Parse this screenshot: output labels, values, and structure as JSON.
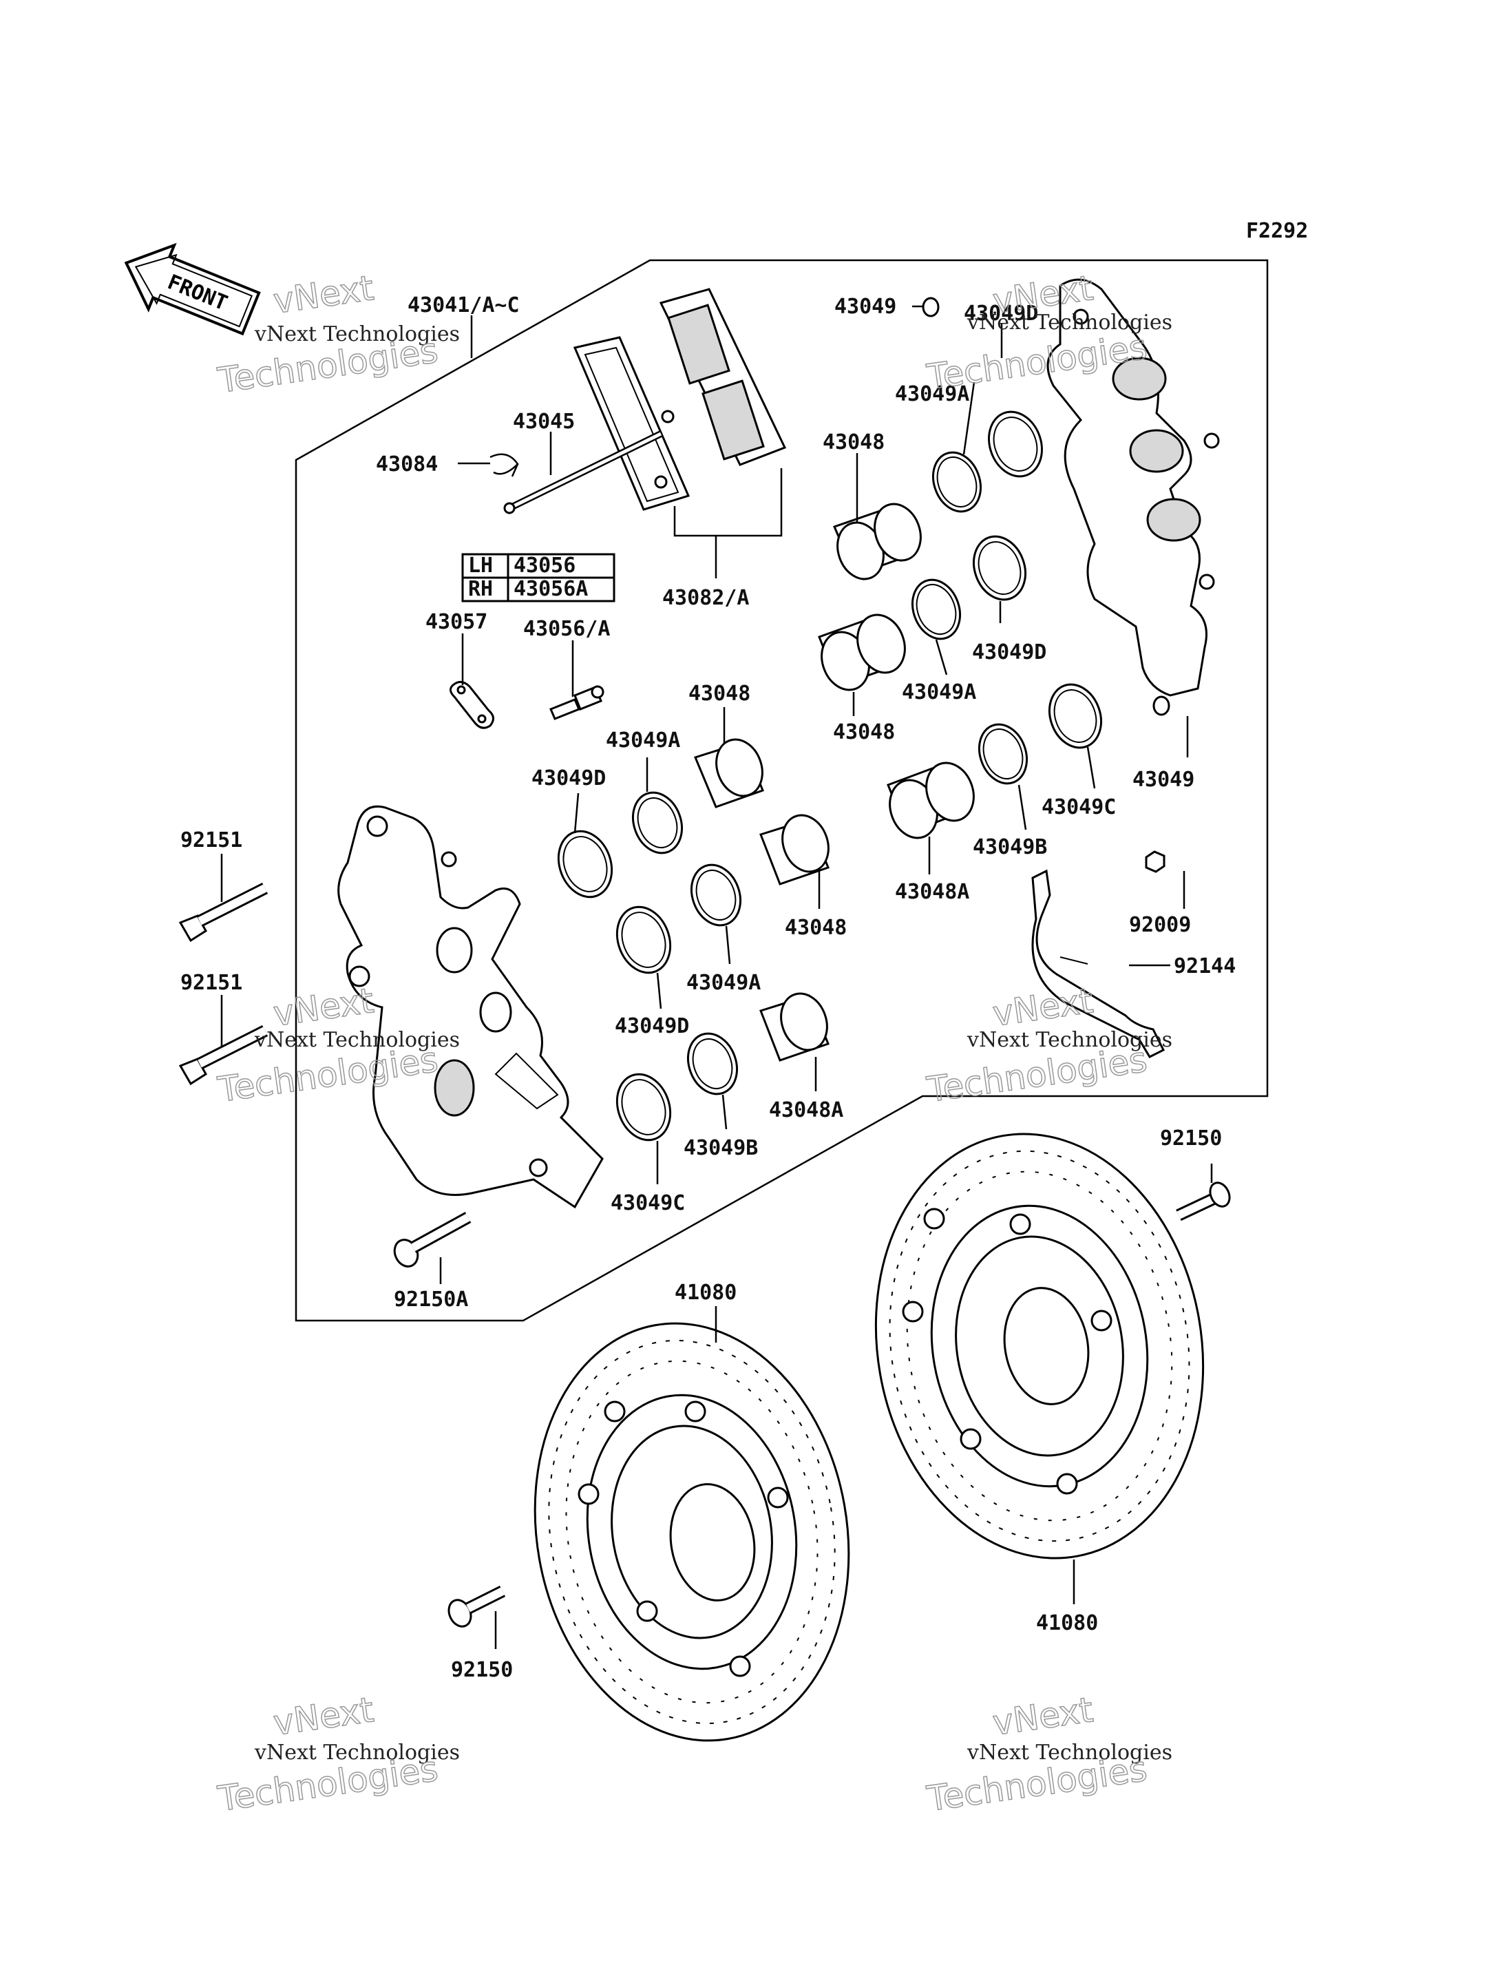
{
  "figure_code": "F2292",
  "front_arrow": "FRONT",
  "watermark": {
    "line1": "vNext Technologies",
    "line2": "Technologies",
    "line3": "vNext"
  },
  "lh_rh_table": {
    "lh": "LH",
    "lh_part": "43056",
    "rh": "RH",
    "rh_part": "43056A"
  },
  "labels": {
    "p43041": "43041/A~C",
    "p43045": "43045",
    "p43084": "43084",
    "p43082": "43082/A",
    "p43057": "43057",
    "p43056": "43056/A",
    "p43049_top": "43049",
    "p43049D_top": "43049D",
    "p43049A_top": "43049A",
    "p43048_top": "43048",
    "p43049D_mid": "43049D",
    "p43049A_mid": "43049A",
    "p43048_mid": "43048",
    "p43049_right": "43049",
    "p43049C_right": "43049C",
    "p43049B_right": "43049B",
    "p43048A_right": "43048A",
    "p92009": "92009",
    "p92144": "92144",
    "p43048_lc": "43048",
    "p43049A_lc": "43049A",
    "p43049D_lc": "43049D",
    "p43048_lc2": "43048",
    "p43049A_lc2": "43049A",
    "p43049D_lc2": "43049D",
    "p43048A_lc": "43048A",
    "p43049B_lc": "43049B",
    "p43049C_lc": "43049C",
    "p92151_a": "92151",
    "p92151_b": "92151",
    "p92150A": "92150A",
    "p41080_l": "41080",
    "p41080_r": "41080",
    "p92150_r": "92150",
    "p92150_l": "92150"
  }
}
